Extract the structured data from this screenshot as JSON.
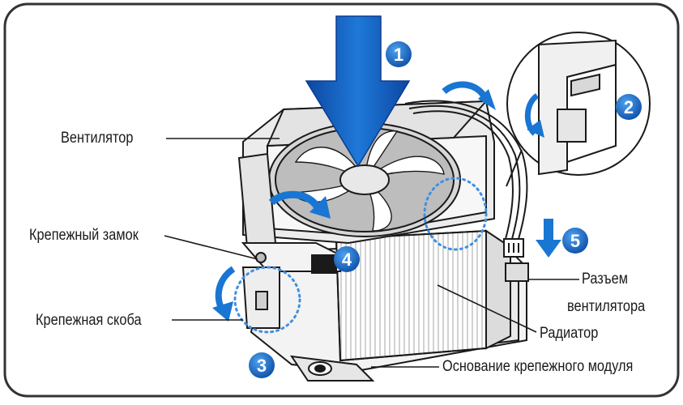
{
  "labels": {
    "fan": "Вентилятор",
    "lock": "Крепежный замок",
    "bracket": "Крепежная скоба",
    "connector_line1": "Разъем",
    "connector_line2": "вентилятора",
    "radiator": "Радиатор",
    "base": "Основание крепежного модуля"
  },
  "steps": [
    "1",
    "2",
    "3",
    "4",
    "5"
  ],
  "colors": {
    "accent": "#1565c0",
    "accent_light": "#3f8fe0",
    "outline": "#1a1a1a",
    "frame": "#333333"
  },
  "icons": [
    "down-arrow-icon",
    "curved-arrow-icon",
    "dotted-circle-icon"
  ]
}
